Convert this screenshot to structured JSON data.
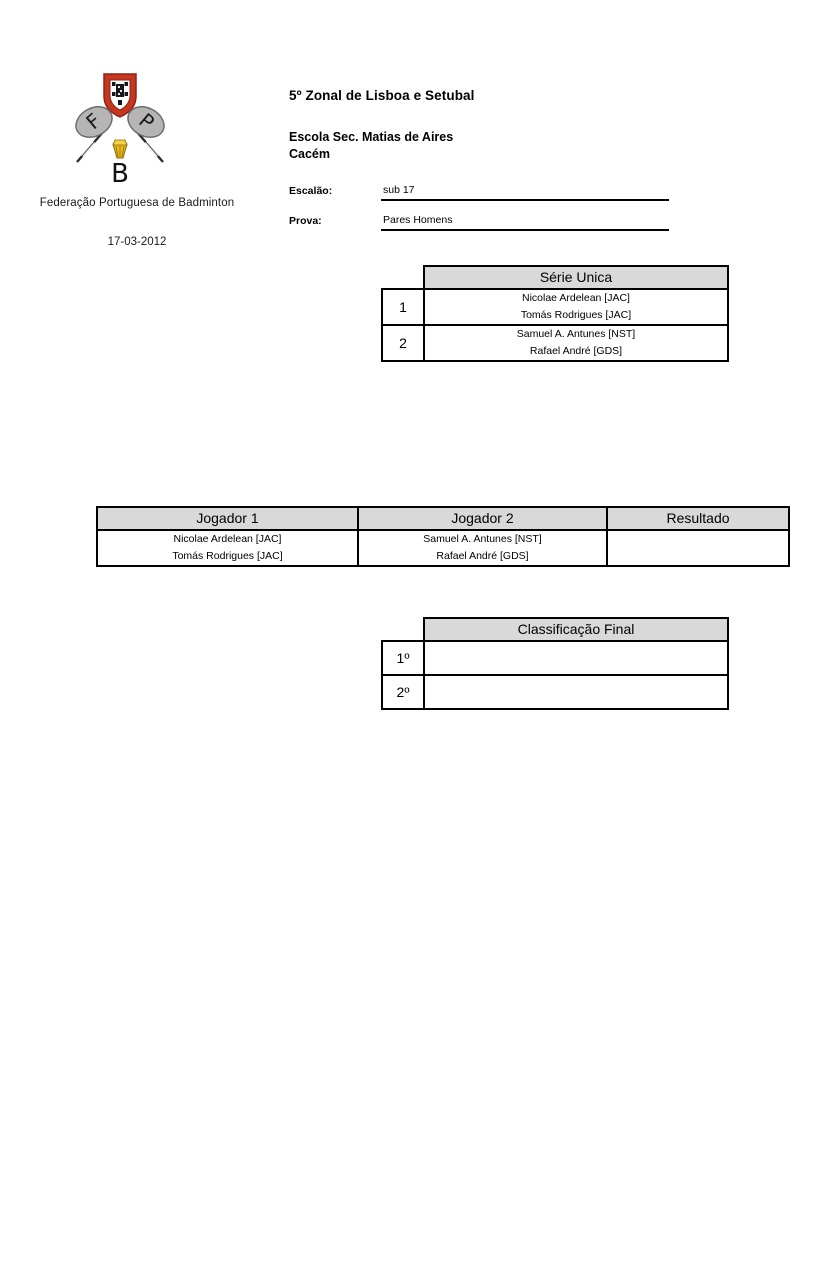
{
  "organization": {
    "name": "Federação Portuguesa de Badminton",
    "logo_icon": "fpb-crossed-rackets-logo",
    "logo_letters": [
      "F",
      "P",
      "B"
    ],
    "date": "17-03-2012"
  },
  "header": {
    "title": "5º Zonal de Lisboa e Setubal",
    "venue_line1": "Escola Sec. Matias de Aires",
    "venue_line2": "Cacém",
    "fields": [
      {
        "label": "Escalão:",
        "value": "sub 17"
      },
      {
        "label": "Prova:",
        "value": "Pares Homens"
      }
    ]
  },
  "serie_table": {
    "header": "Série Unica",
    "rows": [
      {
        "rank": "1",
        "player1": "Nicolae Ardelean [JAC]",
        "player2": "Tomás Rodrigues [JAC]"
      },
      {
        "rank": "2",
        "player1": "Samuel A. Antunes [NST]",
        "player2": "Rafael André [GDS]"
      }
    ]
  },
  "match_table": {
    "headers": [
      "Jogador 1",
      "Jogador 2",
      "Resultado"
    ],
    "rows": [
      {
        "team1_line1": "Nicolae Ardelean [JAC]",
        "team1_line2": "Tomás Rodrigues [JAC]",
        "team2_line1": "Samuel A. Antunes [NST]",
        "team2_line2": "Rafael André [GDS]",
        "result": ""
      }
    ]
  },
  "final_table": {
    "header": "Classificação Final",
    "rows": [
      {
        "rank": "1º",
        "name": ""
      },
      {
        "rank": "2º",
        "name": ""
      }
    ]
  },
  "colors": {
    "header_fill": "#d9d9d9",
    "border": "#000000",
    "shield_red": "#cc3322",
    "racket_gray": "#b8b8b8",
    "shuttle_gold": "#e8b820"
  }
}
